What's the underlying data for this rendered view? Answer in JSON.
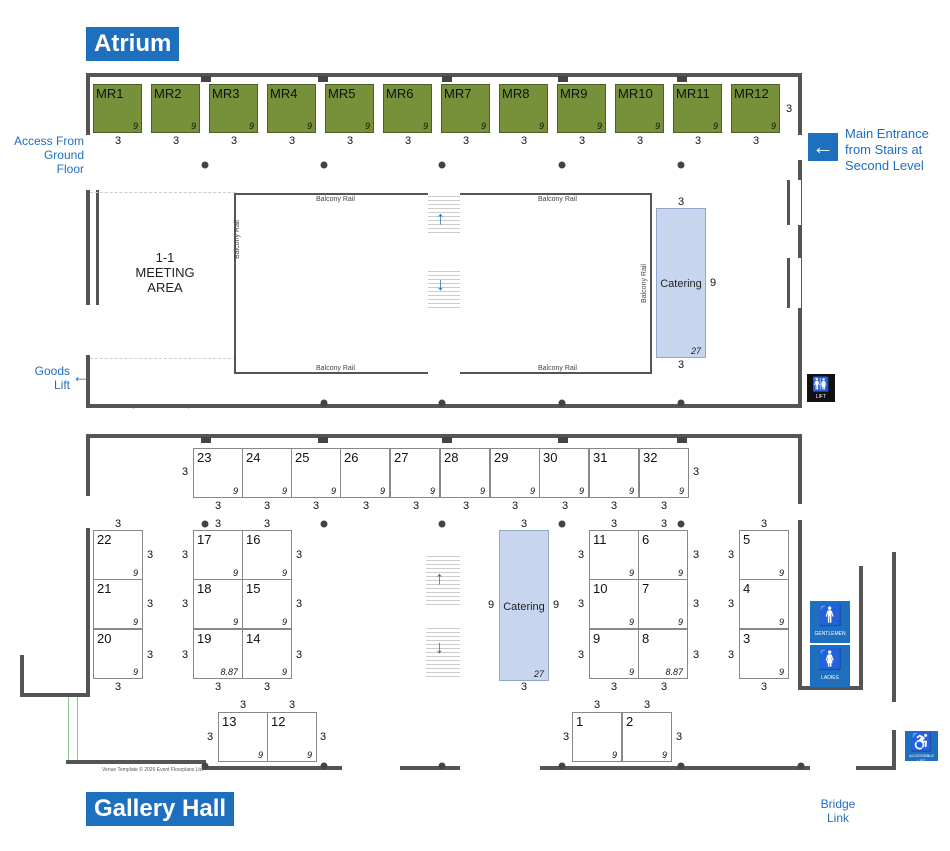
{
  "titles": {
    "atrium": "Atrium",
    "gallery": "Gallery Hall"
  },
  "labels": {
    "access": "Access From\nGround Floor",
    "main_entrance": "Main Entrance\nfrom Stairs at\nSecond Level",
    "goods_lift": "Goods\nLift",
    "meeting_area": "1-1\nMEETING\nAREA",
    "bridge_link": "Bridge\nLink",
    "balcony_rail": "Balcony Rail",
    "catering": "Catering",
    "template_credit": "Venue Template © 2026 Event Floorplans Ltd",
    "gentlemen": "GENTLEMEN",
    "ladies": "LADIES",
    "lift": "LIFT",
    "accessible_lift": "ACCESSIBLE LIFT"
  },
  "meeting_rooms": [
    "MR1",
    "MR2",
    "MR3",
    "MR4",
    "MR5",
    "MR6",
    "MR7",
    "MR8",
    "MR9",
    "MR10",
    "MR11",
    "MR12"
  ],
  "booth_depth": "9",
  "booth_width": "3",
  "booth_depth_small": "8.87",
  "catering_length": "27",
  "catering_width": "9",
  "booths": {
    "top_row": [
      "23",
      "24",
      "25",
      "26",
      "27",
      "28",
      "29",
      "30",
      "31",
      "32"
    ],
    "left_col": [
      "22",
      "21",
      "20"
    ],
    "left_block_a": [
      "17",
      "18",
      "19"
    ],
    "left_block_b": [
      "16",
      "15",
      "14"
    ],
    "right_block_a": [
      "11",
      "10",
      "9"
    ],
    "right_block_b": [
      "6",
      "7",
      "8"
    ],
    "right_col": [
      "5",
      "4",
      "3"
    ],
    "bottom_left": [
      "13",
      "12"
    ],
    "bottom_right": [
      "1",
      "2"
    ]
  },
  "colors": {
    "accent": "#1f6fbf",
    "meeting_room": "#76913a",
    "catering": "#c7d6ee"
  }
}
